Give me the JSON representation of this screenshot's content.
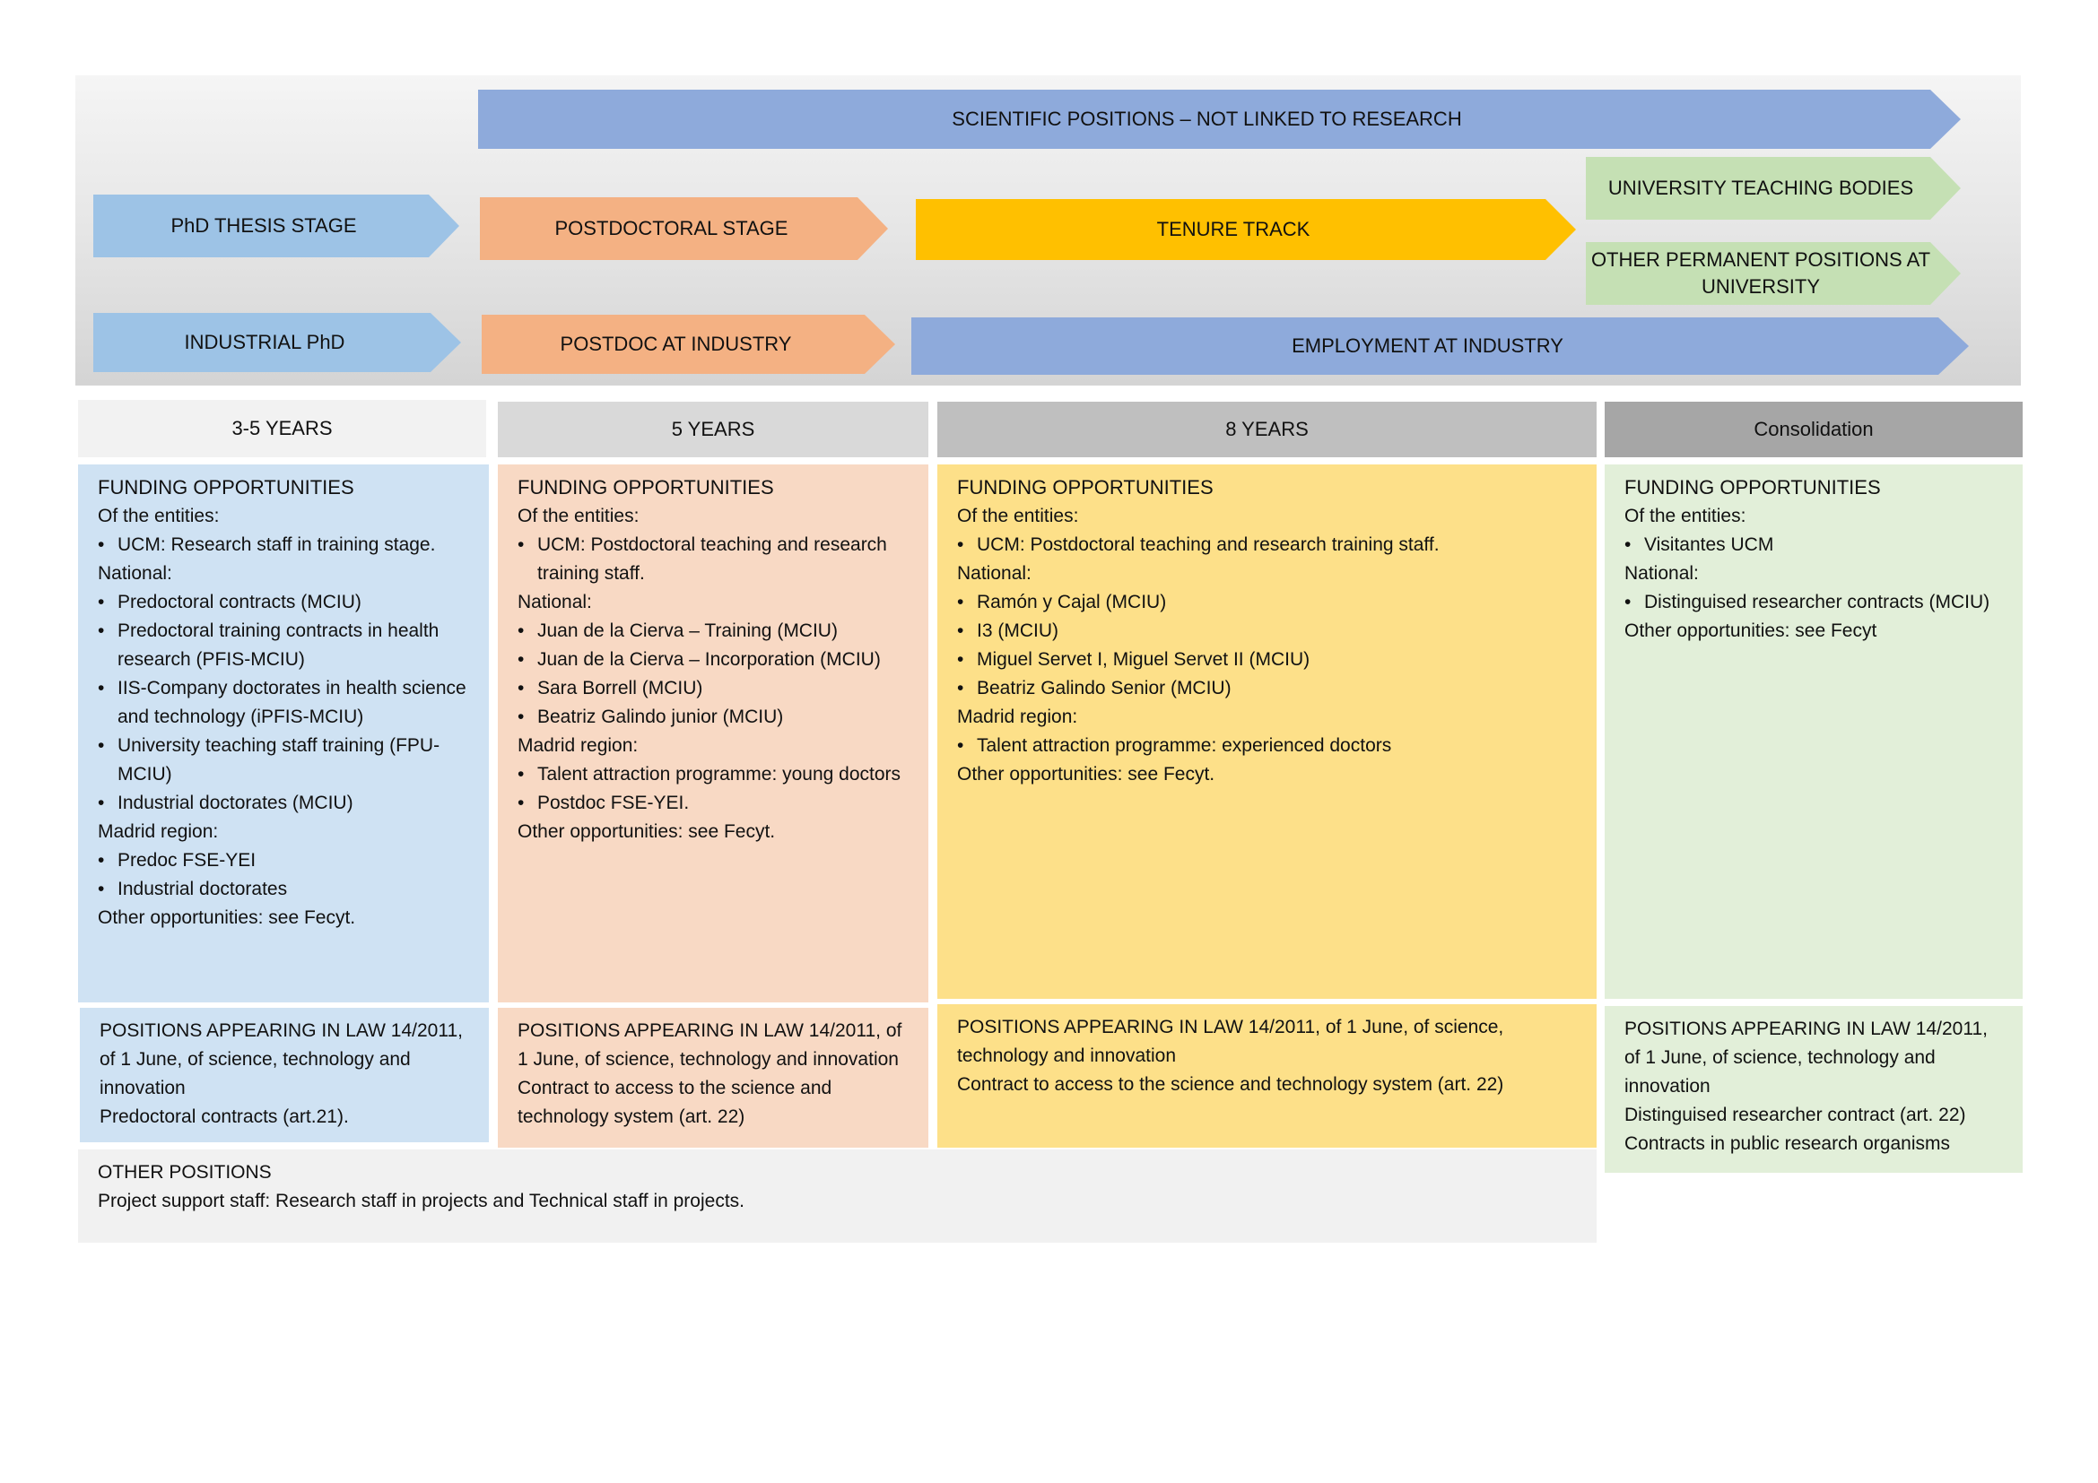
{
  "arrows": {
    "scientific": "SCIENTIFIC POSITIONS – NOT LINKED TO RESEARCH",
    "phd_thesis": "PhD THESIS STAGE",
    "postdoctoral": "POSTDOCTORAL STAGE",
    "tenure": "TENURE TRACK",
    "univ_teaching": "UNIVERSITY TEACHING BODIES",
    "other_permanent": "OTHER PERMANENT POSITIONS AT UNIVERSITY",
    "industrial_phd": "INDUSTRIAL PhD",
    "postdoc_industry": "POSTDOC AT INDUSTRY",
    "employment_industry": "EMPLOYMENT AT INDUSTRY"
  },
  "columns": [
    {
      "header": "3-5 YEARS",
      "funding": {
        "title": "FUNDING OPPORTUNITIES",
        "entities_label": "Of the entities:",
        "entities": [
          "UCM: Research staff in training stage."
        ],
        "national_label": "National:",
        "national": [
          "Predoctoral contracts (MCIU)",
          "Predoctoral training contracts in health research (PFIS-MCIU)",
          "IIS-Company doctorates in health science and technology (iPFIS-MCIU)",
          "University teaching staff training (FPU-MCIU)",
          "Industrial doctorates (MCIU)"
        ],
        "madrid_label": "Madrid region:",
        "madrid": [
          "Predoc FSE-YEI",
          "Industrial doctorates"
        ],
        "other": "Other opportunities: see Fecyt."
      },
      "positions": {
        "title": "POSITIONS APPEARING IN LAW 14/2011, of 1 June, of science, technology and innovation",
        "lines": [
          "Predoctoral contracts (art.21)."
        ]
      }
    },
    {
      "header": "5 YEARS",
      "funding": {
        "title": "FUNDING OPPORTUNITIES",
        "entities_label": "Of the entities:",
        "entities": [
          "UCM: Postdoctoral teaching and research training staff."
        ],
        "national_label": "National:",
        "national": [
          "Juan de la Cierva – Training (MCIU)",
          "Juan de la Cierva – Incorporation (MCIU)",
          "Sara Borrell (MCIU)",
          "Beatriz Galindo junior (MCIU)"
        ],
        "madrid_label": "Madrid region:",
        "madrid": [
          "Talent attraction programme: young doctors",
          "Postdoc FSE-YEI."
        ],
        "other": "Other opportunities: see Fecyt."
      },
      "positions": {
        "title": "POSITIONS APPEARING IN LAW 14/2011, of 1 June, of science, technology and innovation",
        "lines": [
          "Contract to access to the science and technology system (art. 22)"
        ]
      }
    },
    {
      "header": "8 YEARS",
      "funding": {
        "title": "FUNDING OPPORTUNITIES",
        "entities_label": "Of the entities:",
        "entities": [
          "UCM: Postdoctoral teaching and research training staff."
        ],
        "national_label": "National:",
        "national": [
          "Ramón y Cajal (MCIU)",
          "I3 (MCIU)",
          "Miguel Servet I, Miguel Servet II (MCIU)",
          "Beatriz Galindo Senior (MCIU)"
        ],
        "madrid_label": "Madrid region:",
        "madrid": [
          "Talent attraction programme: experienced doctors"
        ],
        "other": "Other opportunities: see Fecyt."
      },
      "positions": {
        "title": "POSITIONS APPEARING IN LAW 14/2011, of 1 June, of science, technology and innovation",
        "lines": [
          "Contract to access to the science and technology system (art. 22)"
        ]
      }
    },
    {
      "header": "Consolidation",
      "funding": {
        "title": "FUNDING OPPORTUNITIES",
        "entities_label": "Of the entities:",
        "entities": [
          "Visitantes UCM"
        ],
        "national_label": "National:",
        "national": [
          "Distinguised researcher contracts (MCIU)"
        ],
        "madrid_label": "",
        "madrid": [],
        "other": "Other opportunities: see Fecyt"
      },
      "positions": {
        "title": "POSITIONS APPEARING IN LAW 14/2011, of 1 June, of science, technology and innovation",
        "lines": [
          "Distinguised researcher contract (art. 22)",
          "Contracts in public research organisms"
        ]
      }
    }
  ],
  "other_positions": {
    "title": "OTHER POSITIONS",
    "text": "Project support staff: Research staff in projects and Technical staff in projects."
  },
  "colors": {
    "arrow_blue": "#8eaadb",
    "arrow_light_blue": "#9dc3e6",
    "arrow_salmon": "#f4b183",
    "arrow_gold": "#ffc000",
    "arrow_green": "#c5e0b4",
    "col1_fill": "#cfe2f3",
    "col2_fill": "#f8d9c4",
    "col3_fill": "#fde089",
    "col4_fill": "#e2efd9"
  }
}
